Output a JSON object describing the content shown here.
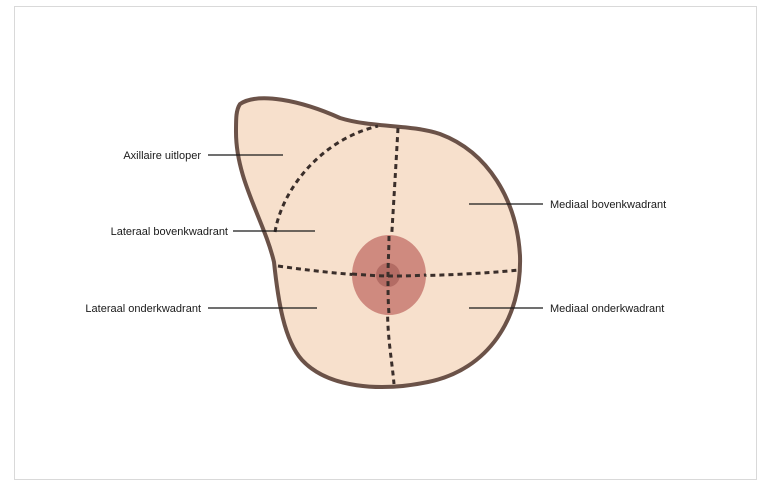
{
  "labels": {
    "axillary_tail": "Axillaire uitloper",
    "lateral_upper": "Lateraal bovenkwadrant",
    "lateral_lower": "Lateraal onderkwadrant",
    "medial_upper": "Mediaal bovenkwadrant",
    "medial_lower": "Mediaal onderkwadrant"
  },
  "colors": {
    "breast_fill": "#f7e0cc",
    "outline": "#6b5248",
    "areola": "#cf8a7f",
    "nipple": "#b36c64",
    "divider": "#3a2e2a",
    "leader": "#1a1a1a"
  }
}
